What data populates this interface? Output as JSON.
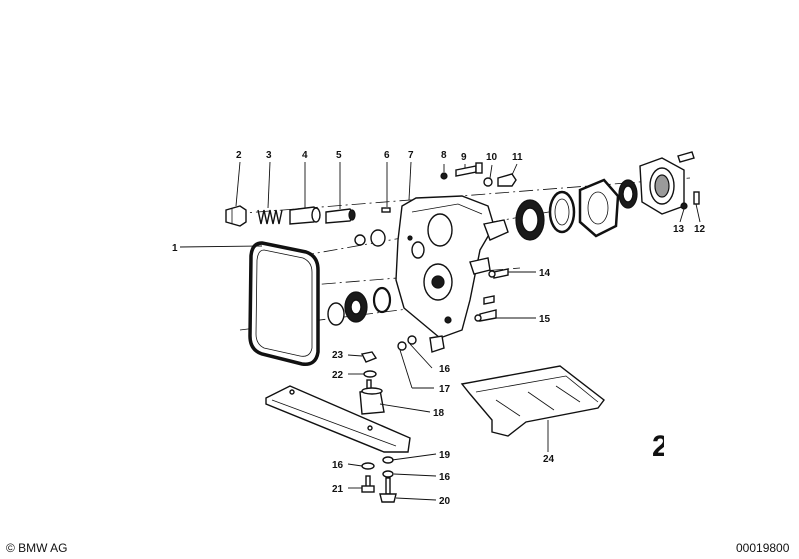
{
  "callouts": [
    {
      "id": "1",
      "text": "1"
    },
    {
      "id": "2",
      "text": "2"
    },
    {
      "id": "3",
      "text": "3"
    },
    {
      "id": "4",
      "text": "4"
    },
    {
      "id": "5",
      "text": "5"
    },
    {
      "id": "6",
      "text": "6"
    },
    {
      "id": "7",
      "text": "7"
    },
    {
      "id": "8",
      "text": "8"
    },
    {
      "id": "9",
      "text": "9"
    },
    {
      "id": "10",
      "text": "10"
    },
    {
      "id": "11",
      "text": "11"
    },
    {
      "id": "12",
      "text": "12"
    },
    {
      "id": "13",
      "text": "13"
    },
    {
      "id": "14",
      "text": "14"
    },
    {
      "id": "15",
      "text": "15"
    },
    {
      "id": "16a",
      "text": "16"
    },
    {
      "id": "16b",
      "text": "16"
    },
    {
      "id": "16c",
      "text": "16"
    },
    {
      "id": "17",
      "text": "17"
    },
    {
      "id": "18",
      "text": "18"
    },
    {
      "id": "19",
      "text": "19"
    },
    {
      "id": "20",
      "text": "20"
    },
    {
      "id": "21",
      "text": "21"
    },
    {
      "id": "22",
      "text": "22"
    },
    {
      "id": "23",
      "text": "23"
    },
    {
      "id": "24",
      "text": "24"
    }
  ],
  "footer": {
    "copyright": "© BMW AG",
    "diagram_number": "00019800"
  },
  "edge_mark": "2"
}
